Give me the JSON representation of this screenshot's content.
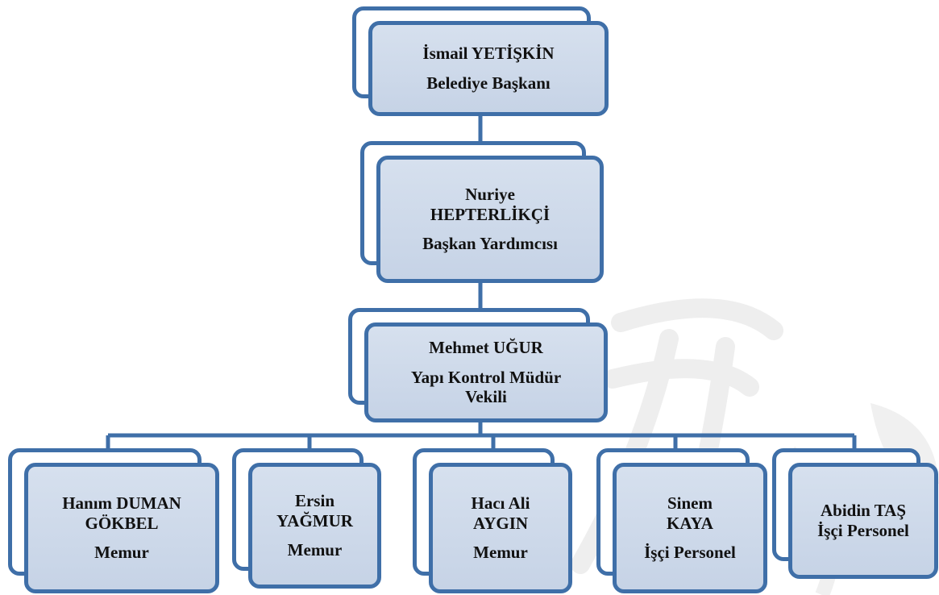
{
  "colors": {
    "border": "#3f6fa8",
    "fill": "#cbd7e8",
    "text": "#111111"
  },
  "org": {
    "mayor": {
      "name": "İsmail YETİŞKİN",
      "title": "Belediye Başkanı"
    },
    "deputy": {
      "name_line1": "Nuriye",
      "name_line2": "HEPTERLİKÇİ",
      "title": "Başkan Yardımcısı"
    },
    "director": {
      "name": "Mehmet UĞUR",
      "title_line1": "Yapı Kontrol Müdür",
      "title_line2": "Vekili"
    },
    "staff": [
      {
        "name_line1": "Hanım DUMAN",
        "name_line2": "GÖKBEL",
        "title": "Memur"
      },
      {
        "name_line1": "Ersin",
        "name_line2": "YAĞMUR",
        "title": "Memur"
      },
      {
        "name_line1": "Hacı Ali",
        "name_line2": "AYGIN",
        "title": "Memur"
      },
      {
        "name_line1": "Sinem",
        "name_line2": "KAYA",
        "title": "İşçi Personel"
      },
      {
        "name_line1": "Abidin TAŞ",
        "title": "İşçi Personel"
      }
    ]
  }
}
